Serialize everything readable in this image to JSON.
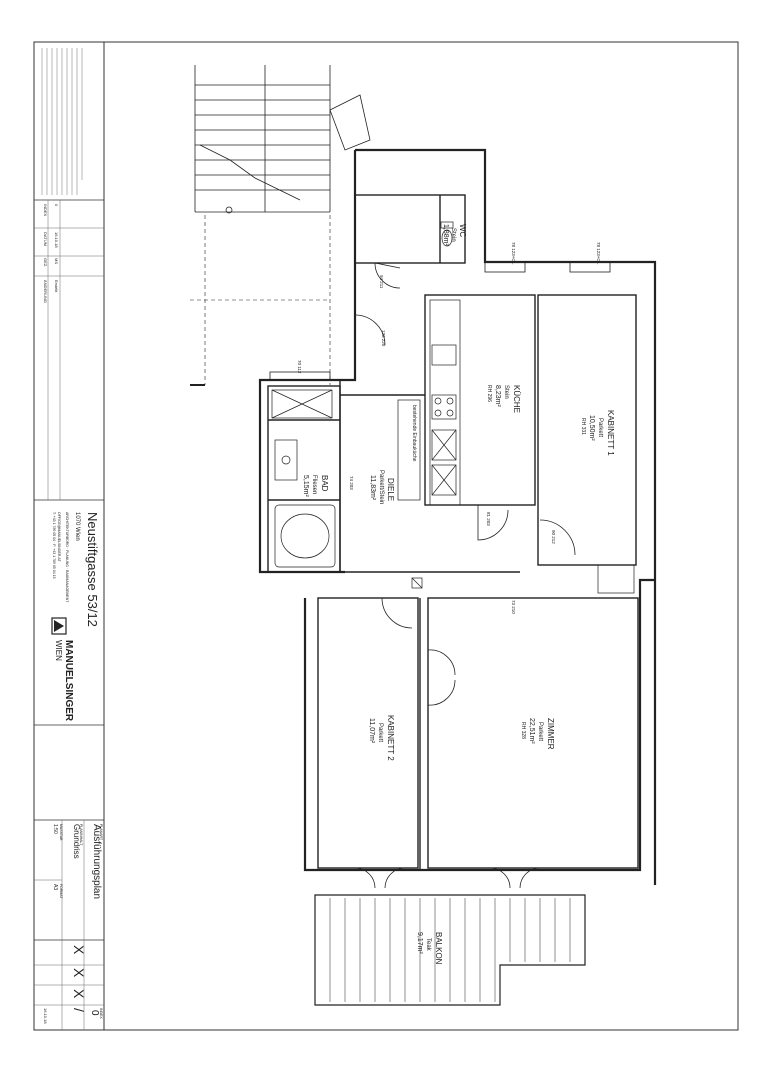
{
  "title_block": {
    "address": "Neustiftgasse 53/12",
    "city": "1070 Wien",
    "company": "MANUELSINGER",
    "company_city": "WIEN",
    "company_contact": [
      "ARCHITEKTURBÜRO · PLANUNG · BAUMANAGEMENT",
      "OFFICE@MANUELSINGER.AT",
      "T: +43 1 789 05 04 · F: +43 1 789 05 04 15"
    ],
    "plan_label": "PLANART",
    "plan_type": "Ausführungsplan",
    "plan_content_label": "PLANINHALT",
    "plan_content": "Grundriss",
    "scale_label": "MASSTAB",
    "scale": "1:50",
    "format_label": "FORMAT",
    "format": "A3",
    "index_label": "INDEX",
    "index": "0",
    "date": "16.10.18",
    "marks": [
      "X",
      "X",
      "X",
      "/",
      "X"
    ],
    "revision_headers": [
      "INDEX",
      "DATUM",
      "GEZ.",
      "ÄNDERUNG"
    ],
    "revision_row": [
      "0",
      "16.10.18",
      "MS",
      "Erstellt"
    ]
  },
  "rooms": [
    {
      "id": "wc",
      "name": "WC",
      "floor": "Stein",
      "area": "1,88m²",
      "rh": ""
    },
    {
      "id": "kueche",
      "name": "KÜCHE",
      "floor": "Stein",
      "area": "8,23m²",
      "rh": "RH 296"
    },
    {
      "id": "kabinett1",
      "name": "KABINETT 1",
      "floor": "Parkett",
      "area": "10,50m²",
      "rh": "RH 331"
    },
    {
      "id": "diele",
      "name": "DIELE",
      "floor": "Parkett/Stein",
      "area": "11,83m²",
      "rh": ""
    },
    {
      "id": "bad",
      "name": "BAD",
      "floor": "Fliesen",
      "area": "5,15m²",
      "rh": ""
    },
    {
      "id": "zimmer",
      "name": "ZIMMER",
      "floor": "Parkett",
      "area": "22,51m²",
      "rh": "RH 328"
    },
    {
      "id": "kabinett2",
      "name": "KABINETT 2",
      "floor": "Parkett",
      "area": "11,07m²",
      "rh": ""
    },
    {
      "id": "balkon",
      "name": "BALKON",
      "floor": "Teak",
      "area": "9,17m²",
      "rh": ""
    }
  ],
  "annotations": {
    "kitchen_equipment": "bestehende Einbauküche",
    "door_marks": [
      "94 211",
      "123 220",
      "74 203",
      "81 203",
      "90 212",
      "73 210",
      "70 112"
    ],
    "window_marks": [
      "78 123+OL",
      "78 123+OL"
    ]
  }
}
